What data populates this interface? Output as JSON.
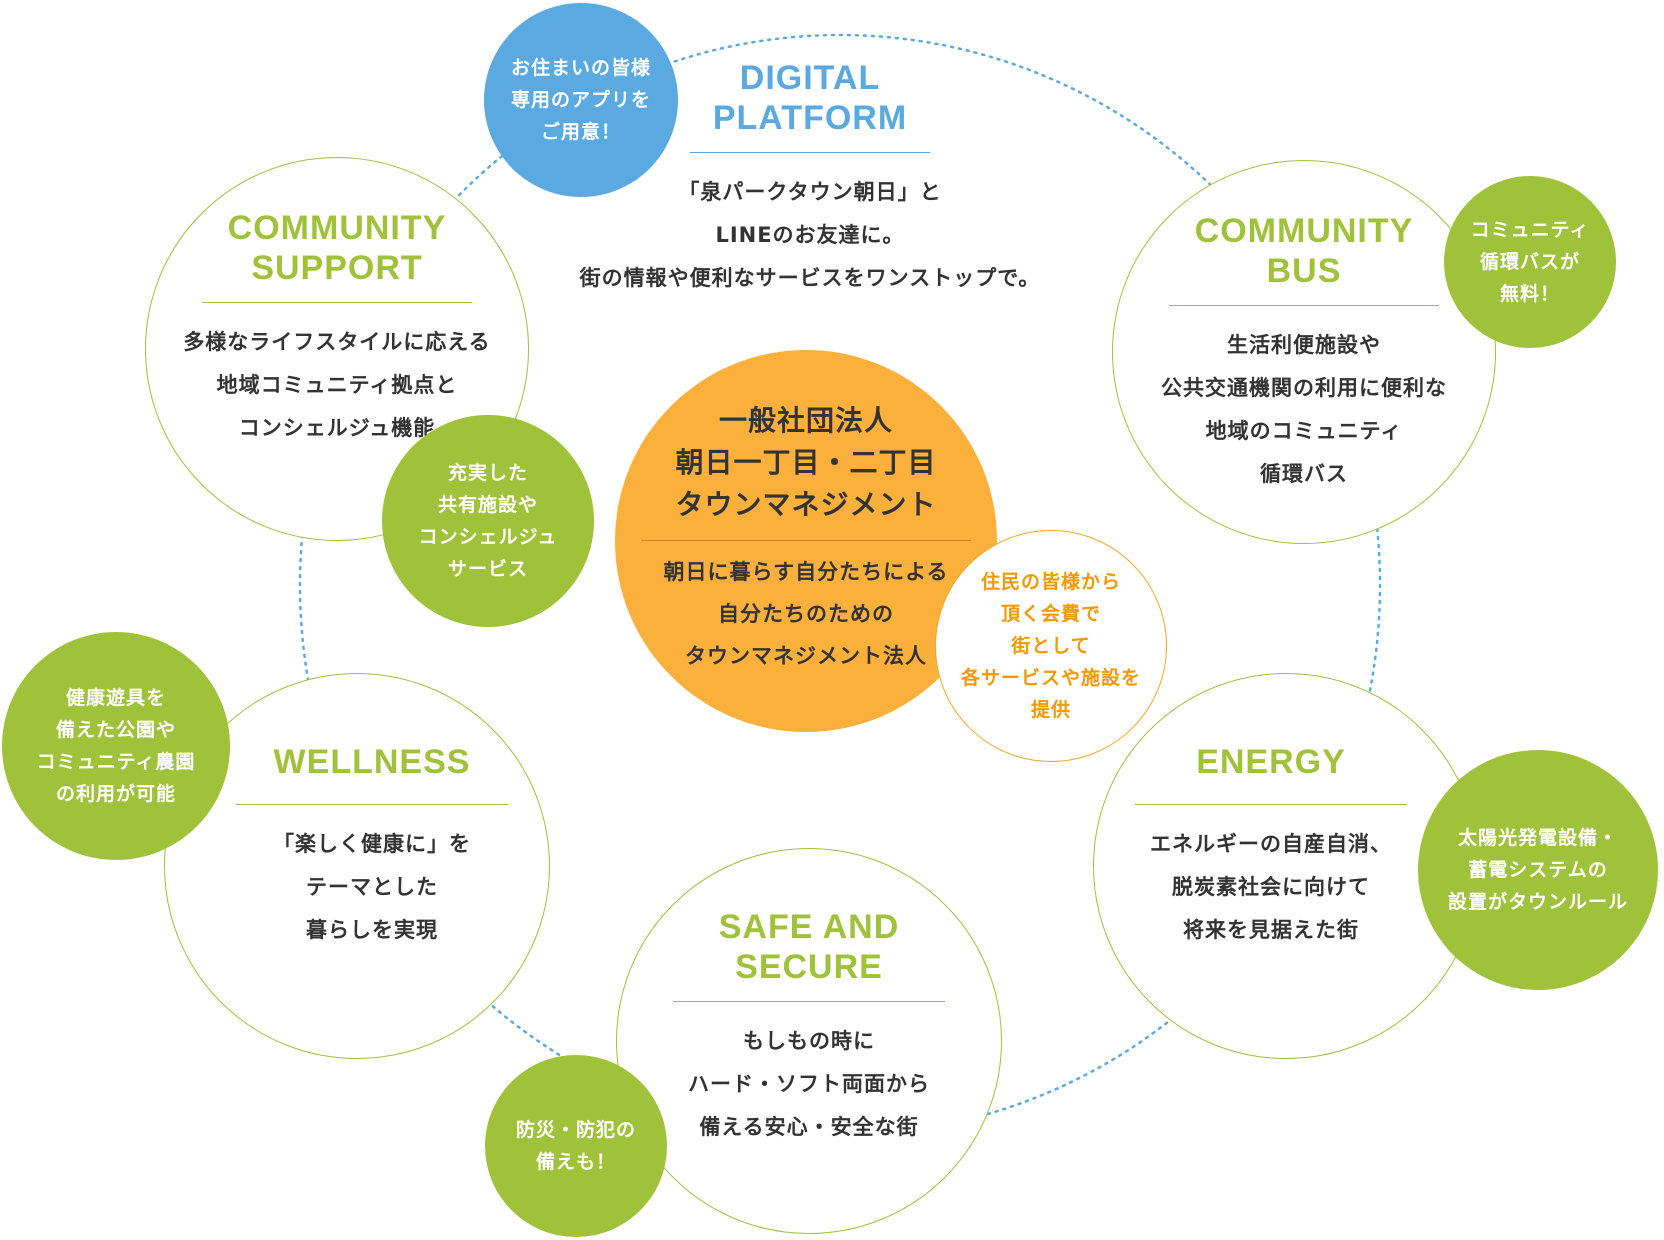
{
  "colors": {
    "green": "#9fc23a",
    "blue": "#5aa9e0",
    "orange": "#fbb03b",
    "orange_text": "#f39800",
    "text": "#333333"
  },
  "center": {
    "title": "一般社団法人\n朝日一丁目・二丁目\nタウンマネジメント",
    "desc": "朝日に暮らす自分たちによる\n自分たちのための\nタウンマネジメント法人",
    "badge": "住民の皆様から\n頂く会費で\n街として\n各サービスや施設を\n提供"
  },
  "digital_platform": {
    "title": "DIGITAL\nPLATFORM",
    "desc": "「泉パークタウン朝日」と\nLINEのお友達に。\n街の情報や便利なサービスをワンストップで。",
    "badge": "お住まいの皆様\n専用のアプリを\nご用意！"
  },
  "community_support": {
    "title": "COMMUNITY\nSUPPORT",
    "desc": "多様なライフスタイルに応える\n地域コミュニティ拠点と\nコンシェルジュ機能",
    "badge": "充実した\n共有施設や\nコンシェルジュ\nサービス"
  },
  "community_bus": {
    "title": "COMMUNITY\nBUS",
    "desc": "生活利便施設や\n公共交通機関の利用に便利な\n地域のコミュニティ\n循環バス",
    "badge": "コミュニティ\n循環バスが\n無料！"
  },
  "wellness": {
    "title": "WELLNESS",
    "desc": "「楽しく健康に」を\nテーマとした\n暮らしを実現",
    "badge": "健康遊具を\n備えた公園や\nコミュニティ農園\nの利用が可能"
  },
  "energy": {
    "title": "ENERGY",
    "desc": "エネルギーの自産自消、\n脱炭素社会に向けて\n将来を見据えた街",
    "badge": "太陽光発電設備・\n蓄電システムの\n設置がタウンルール"
  },
  "safe_secure": {
    "title": "SAFE AND\nSECURE",
    "desc": "もしもの時に\nハード・ソフト両面から\n備える安心・安全な街",
    "badge": "防災・防犯の\n備えも！"
  }
}
